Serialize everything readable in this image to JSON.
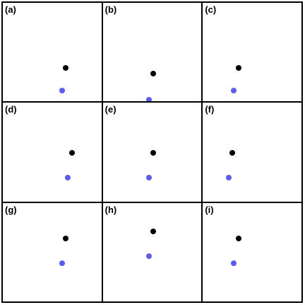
{
  "colors": {
    "black_dot": "#000000",
    "blue_dot": "#5b5bf5",
    "border": "#000000"
  },
  "panels": [
    {
      "label": "(a)",
      "black": [
        0.64,
        0.66
      ],
      "blue": [
        0.6,
        0.89
      ]
    },
    {
      "label": "(b)",
      "black": [
        0.51,
        0.72
      ],
      "blue": [
        0.47,
        0.98
      ]
    },
    {
      "label": "(c)",
      "black": [
        0.36,
        0.66
      ],
      "blue": [
        0.31,
        0.89
      ]
    },
    {
      "label": "(d)",
      "black": [
        0.7,
        0.51
      ],
      "blue": [
        0.66,
        0.76
      ]
    },
    {
      "label": "(e)",
      "black": [
        0.51,
        0.51
      ],
      "blue": [
        0.47,
        0.76
      ]
    },
    {
      "label": "(f)",
      "black": [
        0.3,
        0.51
      ],
      "blue": [
        0.26,
        0.76
      ]
    },
    {
      "label": "(g)",
      "black": [
        0.64,
        0.36
      ],
      "blue": [
        0.6,
        0.61
      ]
    },
    {
      "label": "(h)",
      "black": [
        0.51,
        0.29
      ],
      "blue": [
        0.47,
        0.54
      ]
    },
    {
      "label": "(i)",
      "black": [
        0.36,
        0.36
      ],
      "blue": [
        0.31,
        0.61
      ]
    }
  ]
}
